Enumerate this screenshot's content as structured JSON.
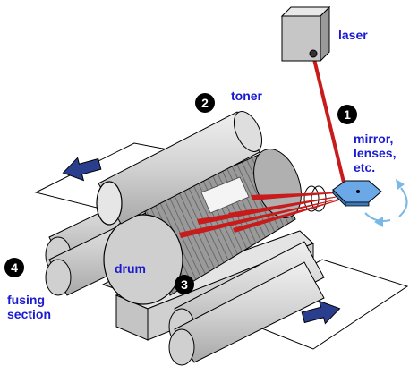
{
  "labels": {
    "laser": "laser",
    "toner": "toner",
    "mirror_line1": "mirror,",
    "mirror_line2": "lenses,",
    "mirror_line3": "etc.",
    "drum": "drum",
    "fusing_line1": "fusing",
    "fusing_line2": "section"
  },
  "steps": {
    "one": "1",
    "two": "2",
    "three": "3",
    "four": "4"
  },
  "colors": {
    "label_text": "#1a1ad0",
    "laser_beam": "#c81c1c",
    "mirror": "#6aa8e8",
    "arrow": "#2a3e8e",
    "rotation_arrow": "#7ab8e8",
    "roller": "#d6d6d6",
    "outline": "#000000"
  },
  "icons": {
    "laser_box": "laser-unit-icon",
    "mirror": "hexagonal-mirror-icon",
    "paper_direction": "arrow-icon",
    "rotation": "rotation-arrow-icon"
  }
}
